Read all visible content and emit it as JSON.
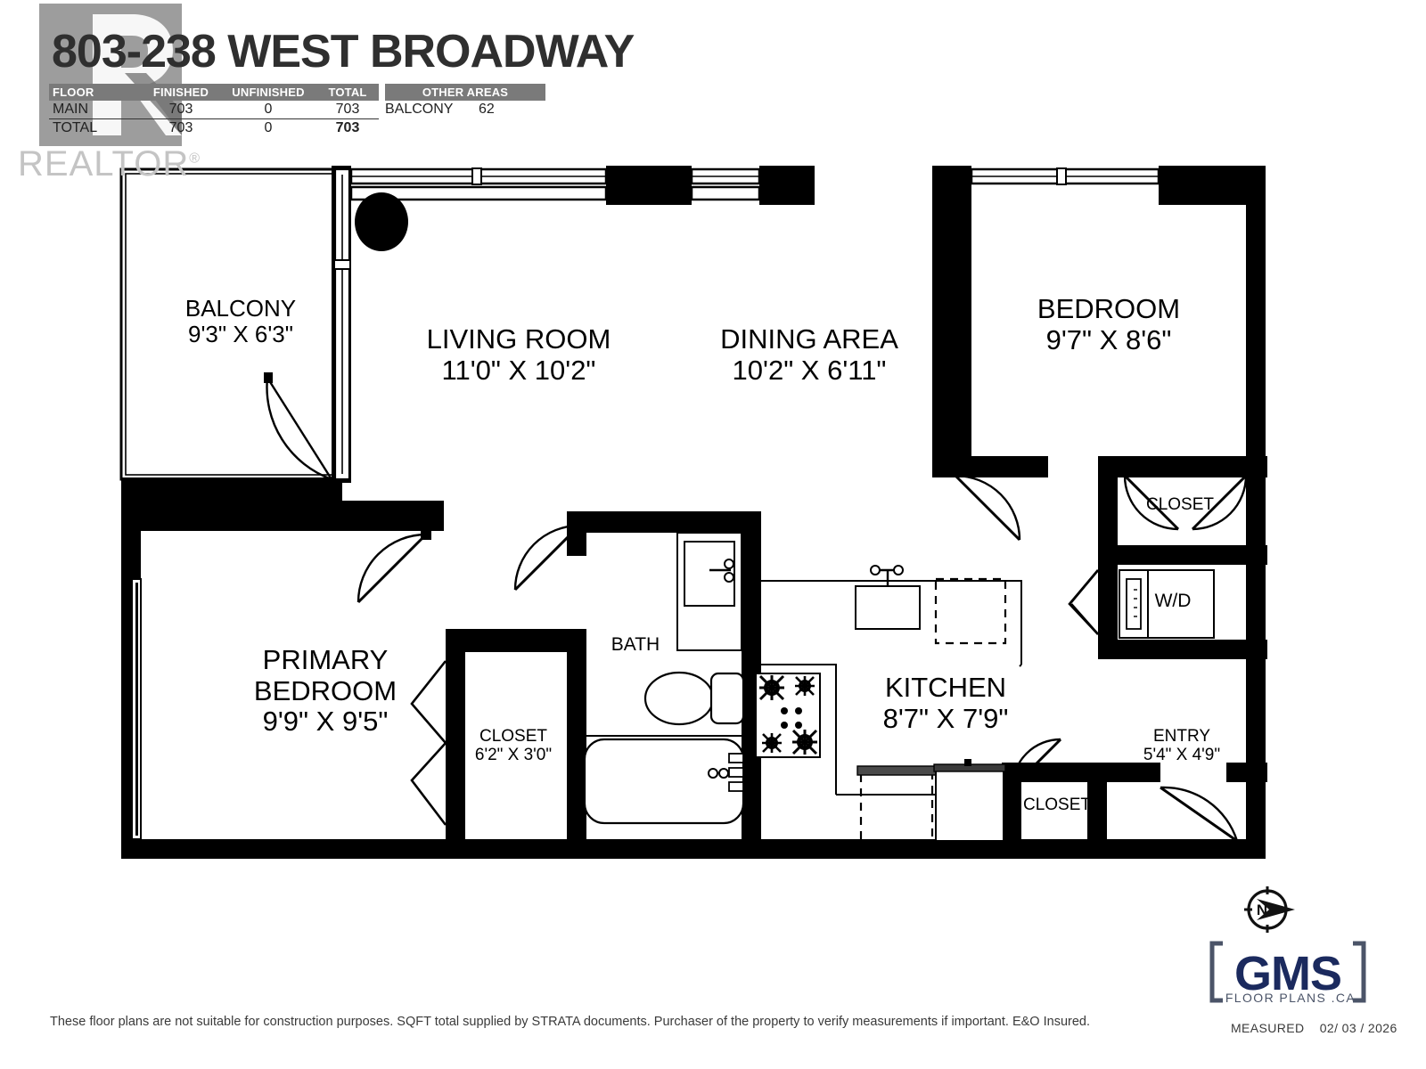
{
  "header": {
    "title": "803-238 WEST BROADWAY",
    "watermark": {
      "brand": "REALTOR",
      "registered": "®"
    }
  },
  "area_table": {
    "columns": [
      "FLOOR",
      "FINISHED",
      "UNFINISHED",
      "TOTAL"
    ],
    "rows": [
      {
        "floor": "MAIN",
        "finished": "703",
        "unfinished": "0",
        "total": "703"
      },
      {
        "floor": "TOTAL",
        "finished": "703",
        "unfinished": "0",
        "total": "703"
      }
    ]
  },
  "other_areas": {
    "heading": "OTHER AREAS",
    "items": [
      {
        "label": "BALCONY",
        "value": "62"
      }
    ]
  },
  "rooms": [
    {
      "key": "balcony",
      "name": "BALCONY",
      "dims": "9'3\" X 6'3\""
    },
    {
      "key": "living_room",
      "name": "LIVING ROOM",
      "dims": "11'0\" X 10'2\""
    },
    {
      "key": "dining_area",
      "name": "DINING AREA",
      "dims": "10'2\" X 6'11\""
    },
    {
      "key": "bedroom",
      "name": "BEDROOM",
      "dims": "9'7\" X 8'6\""
    },
    {
      "key": "bedroom_closet",
      "name": "CLOSET",
      "dims": ""
    },
    {
      "key": "laundry",
      "name": "W/D",
      "dims": ""
    },
    {
      "key": "primary_bedroom",
      "name": "PRIMARY BEDROOM",
      "dims": "9'9\" X 9'5\""
    },
    {
      "key": "primary_closet",
      "name": "CLOSET",
      "dims": "6'2\" X 3'0\""
    },
    {
      "key": "bath",
      "name": "BATH",
      "dims": ""
    },
    {
      "key": "kitchen",
      "name": "KITCHEN",
      "dims": "8'7\" X 7'9\""
    },
    {
      "key": "entry",
      "name": "ENTRY",
      "dims": "5'4\" X 4'9\""
    },
    {
      "key": "entry_closet",
      "name": "CLOSET",
      "dims": ""
    }
  ],
  "room_text": {
    "balcony_name": "BALCONY",
    "balcony_dims": "9'3\" X 6'3\"",
    "living_name": "LIVING ROOM",
    "living_dims": "11'0\" X 10'2\"",
    "dining_name": "DINING AREA",
    "dining_dims": "10'2\" X 6'11\"",
    "bedroom_name": "BEDROOM",
    "bedroom_dims": "9'7\" X 8'6\"",
    "bedroom_closet_name": "CLOSET",
    "laundry_name": "W/D",
    "primary_name_1": "PRIMARY",
    "primary_name_2": "BEDROOM",
    "primary_dims": "9'9\" X 9'5\"",
    "primary_closet_name": "CLOSET",
    "primary_closet_dims": "6'2\" X 3'0\"",
    "bath_name": "BATH",
    "kitchen_name": "KITCHEN",
    "kitchen_dims": "8'7\" X 7'9\"",
    "entry_name": "ENTRY",
    "entry_dims": "5'4\" X 4'9\"",
    "entry_closet_name": "CLOSET"
  },
  "footer": {
    "disclaimer": "These floor plans are not suitable for construction purposes. SQFT total supplied by STRATA documents.  Purchaser of the property to verify measurements if important.  E&O Insured.",
    "measured_label": "MEASURED",
    "measured_date": "02/ 03 / 2026"
  },
  "branding": {
    "logo_name": "GMS",
    "logo_sub": "FLOOR PLANS .CA",
    "compass_letter": "N",
    "bracket_left": "[",
    "bracket_right": "]"
  },
  "colors": {
    "wall": "#000000",
    "paper": "#ffffff",
    "table_header": "#7a7a7a",
    "watermark_gray": "#9d9d9d",
    "title_gray": "#2f2f2f",
    "logo_navy": "#1b2a5e"
  }
}
